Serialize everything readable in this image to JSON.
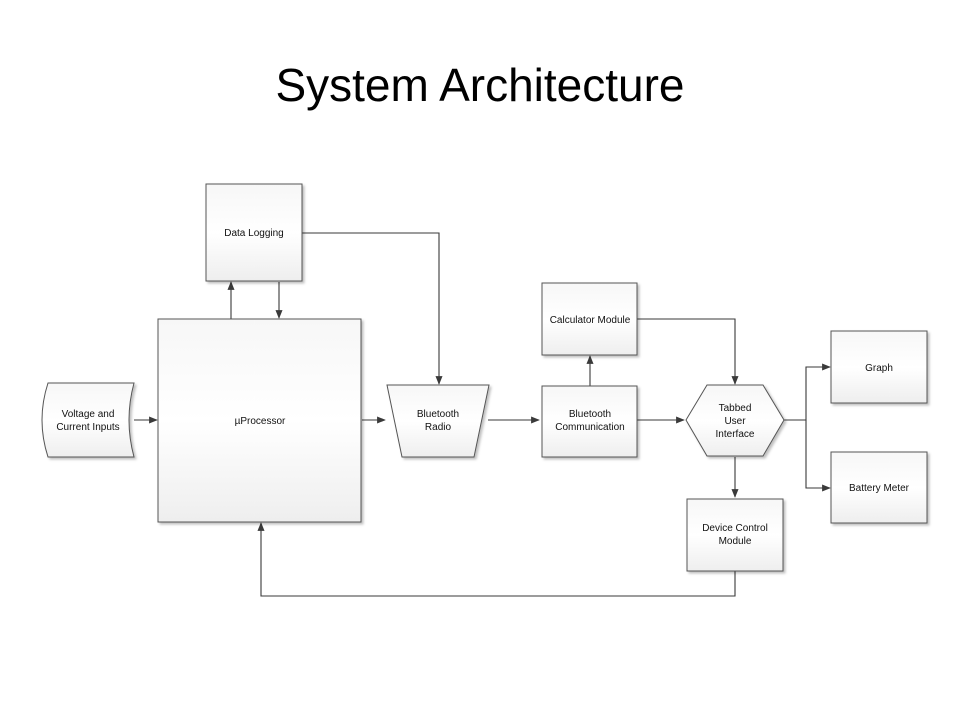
{
  "title": "System Architecture",
  "nodes": {
    "inputs": [
      "Voltage and",
      "Current Inputs"
    ],
    "processor": [
      "µProcessor"
    ],
    "data_logging": [
      "Data Logging"
    ],
    "bt_radio": [
      "Bluetooth",
      "Radio"
    ],
    "bt_comm": [
      "Bluetooth",
      "Communication"
    ],
    "calculator": [
      "Calculator Module"
    ],
    "tabbed_ui": [
      "Tabbed",
      "User",
      "Interface"
    ],
    "device_control": [
      "Device Control",
      "Module"
    ],
    "graph": [
      "Graph"
    ],
    "battery": [
      "Battery Meter"
    ]
  }
}
